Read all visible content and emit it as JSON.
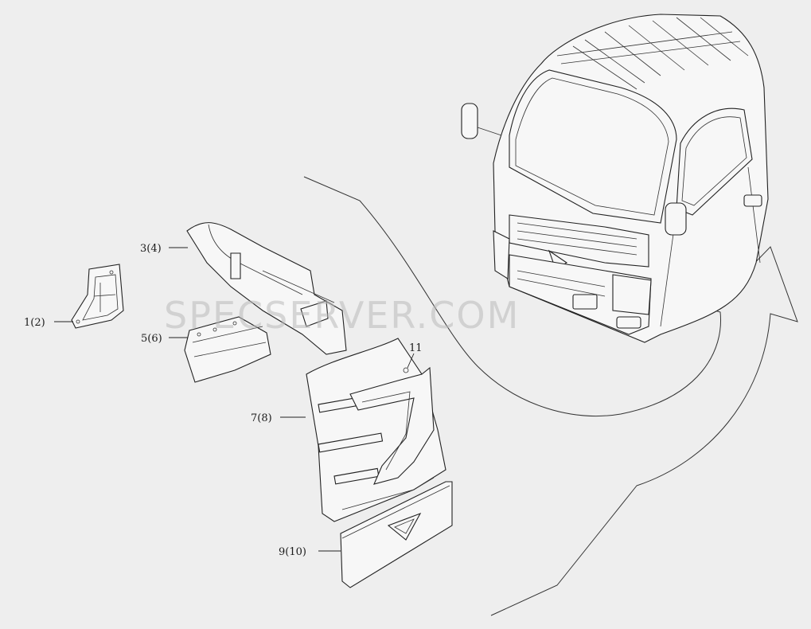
{
  "watermark": "SPECSERVER.COM",
  "callouts": [
    {
      "id": "c1",
      "text": "1(2)"
    },
    {
      "id": "c3",
      "text": "3(4)"
    },
    {
      "id": "c5",
      "text": "5(6)"
    },
    {
      "id": "c7",
      "text": "7(8)"
    },
    {
      "id": "c9",
      "text": "9(10)"
    },
    {
      "id": "c11",
      "text": "11"
    }
  ]
}
